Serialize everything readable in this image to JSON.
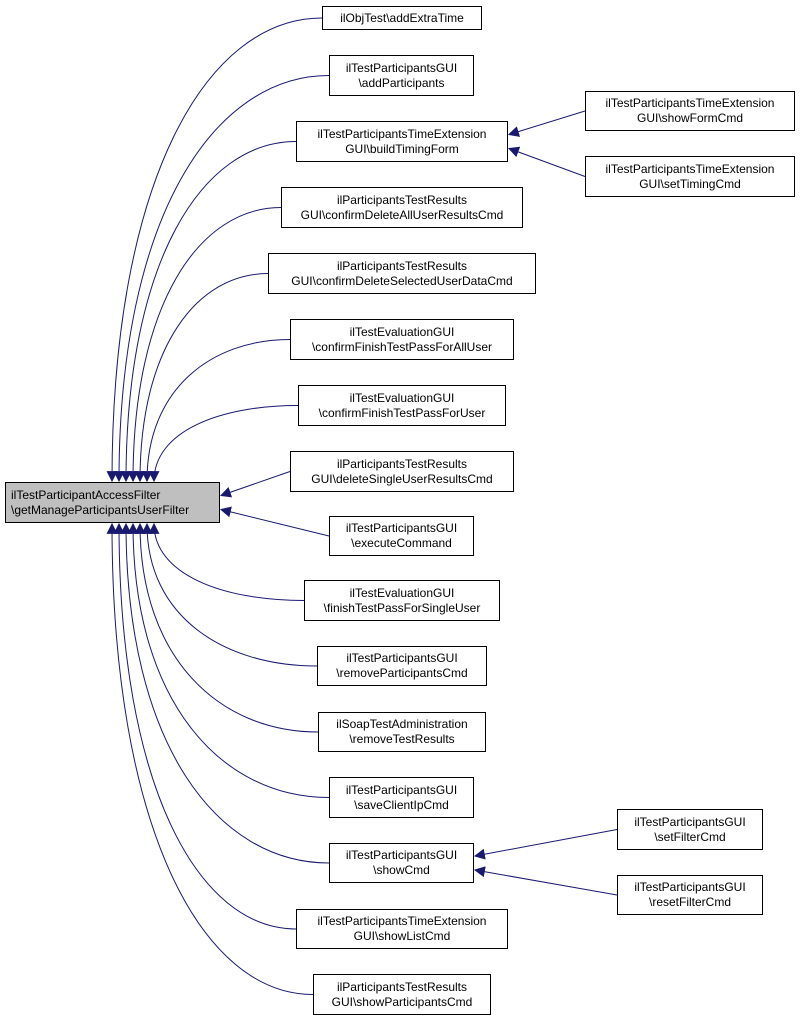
{
  "graph": {
    "edge_color": "#191970",
    "root": {
      "line1": "ilTestParticipantAccessFilter",
      "line2": "\\getManageParticipantsUserFilter",
      "fill": "#bfbfbf"
    },
    "callers": [
      {
        "id": "n1",
        "line1": "ilObjTest\\addExtraTime",
        "line2": ""
      },
      {
        "id": "n2",
        "line1": "ilTestParticipantsGUI",
        "line2": "\\addParticipants"
      },
      {
        "id": "n3",
        "line1": "ilTestParticipantsTimeExtension",
        "line2": "GUI\\buildTimingForm"
      },
      {
        "id": "n4",
        "line1": "ilParticipantsTestResults",
        "line2": "GUI\\confirmDeleteAllUserResultsCmd"
      },
      {
        "id": "n5",
        "line1": "ilParticipantsTestResults",
        "line2": "GUI\\confirmDeleteSelectedUserDataCmd"
      },
      {
        "id": "n6",
        "line1": "ilTestEvaluationGUI",
        "line2": "\\confirmFinishTestPassForAllUser"
      },
      {
        "id": "n7",
        "line1": "ilTestEvaluationGUI",
        "line2": "\\confirmFinishTestPassForUser"
      },
      {
        "id": "n8",
        "line1": "ilParticipantsTestResults",
        "line2": "GUI\\deleteSingleUserResultsCmd"
      },
      {
        "id": "n9",
        "line1": "ilTestParticipantsGUI",
        "line2": "\\executeCommand"
      },
      {
        "id": "n10",
        "line1": "ilTestEvaluationGUI",
        "line2": "\\finishTestPassForSingleUser"
      },
      {
        "id": "n11",
        "line1": "ilTestParticipantsGUI",
        "line2": "\\removeParticipantsCmd"
      },
      {
        "id": "n12",
        "line1": "ilSoapTestAdministration",
        "line2": "\\removeTestResults"
      },
      {
        "id": "n13",
        "line1": "ilTestParticipantsGUI",
        "line2": "\\saveClientIpCmd"
      },
      {
        "id": "n14",
        "line1": "ilTestParticipantsGUI",
        "line2": "\\showCmd"
      },
      {
        "id": "n15",
        "line1": "ilTestParticipantsTimeExtension",
        "line2": "GUI\\showListCmd"
      },
      {
        "id": "n16",
        "line1": "ilParticipantsTestResults",
        "line2": "GUI\\showParticipantsCmd"
      }
    ],
    "second_level": [
      {
        "id": "m1",
        "line1": "ilTestParticipantsTimeExtension",
        "line2": "GUI\\showFormCmd",
        "calls": "n3"
      },
      {
        "id": "m2",
        "line1": "ilTestParticipantsTimeExtension",
        "line2": "GUI\\setTimingCmd",
        "calls": "n3"
      },
      {
        "id": "m3",
        "line1": "ilTestParticipantsGUI",
        "line2": "\\setFilterCmd",
        "calls": "n14"
      },
      {
        "id": "m4",
        "line1": "ilTestParticipantsGUI",
        "line2": "\\resetFilterCmd",
        "calls": "n14"
      }
    ]
  }
}
